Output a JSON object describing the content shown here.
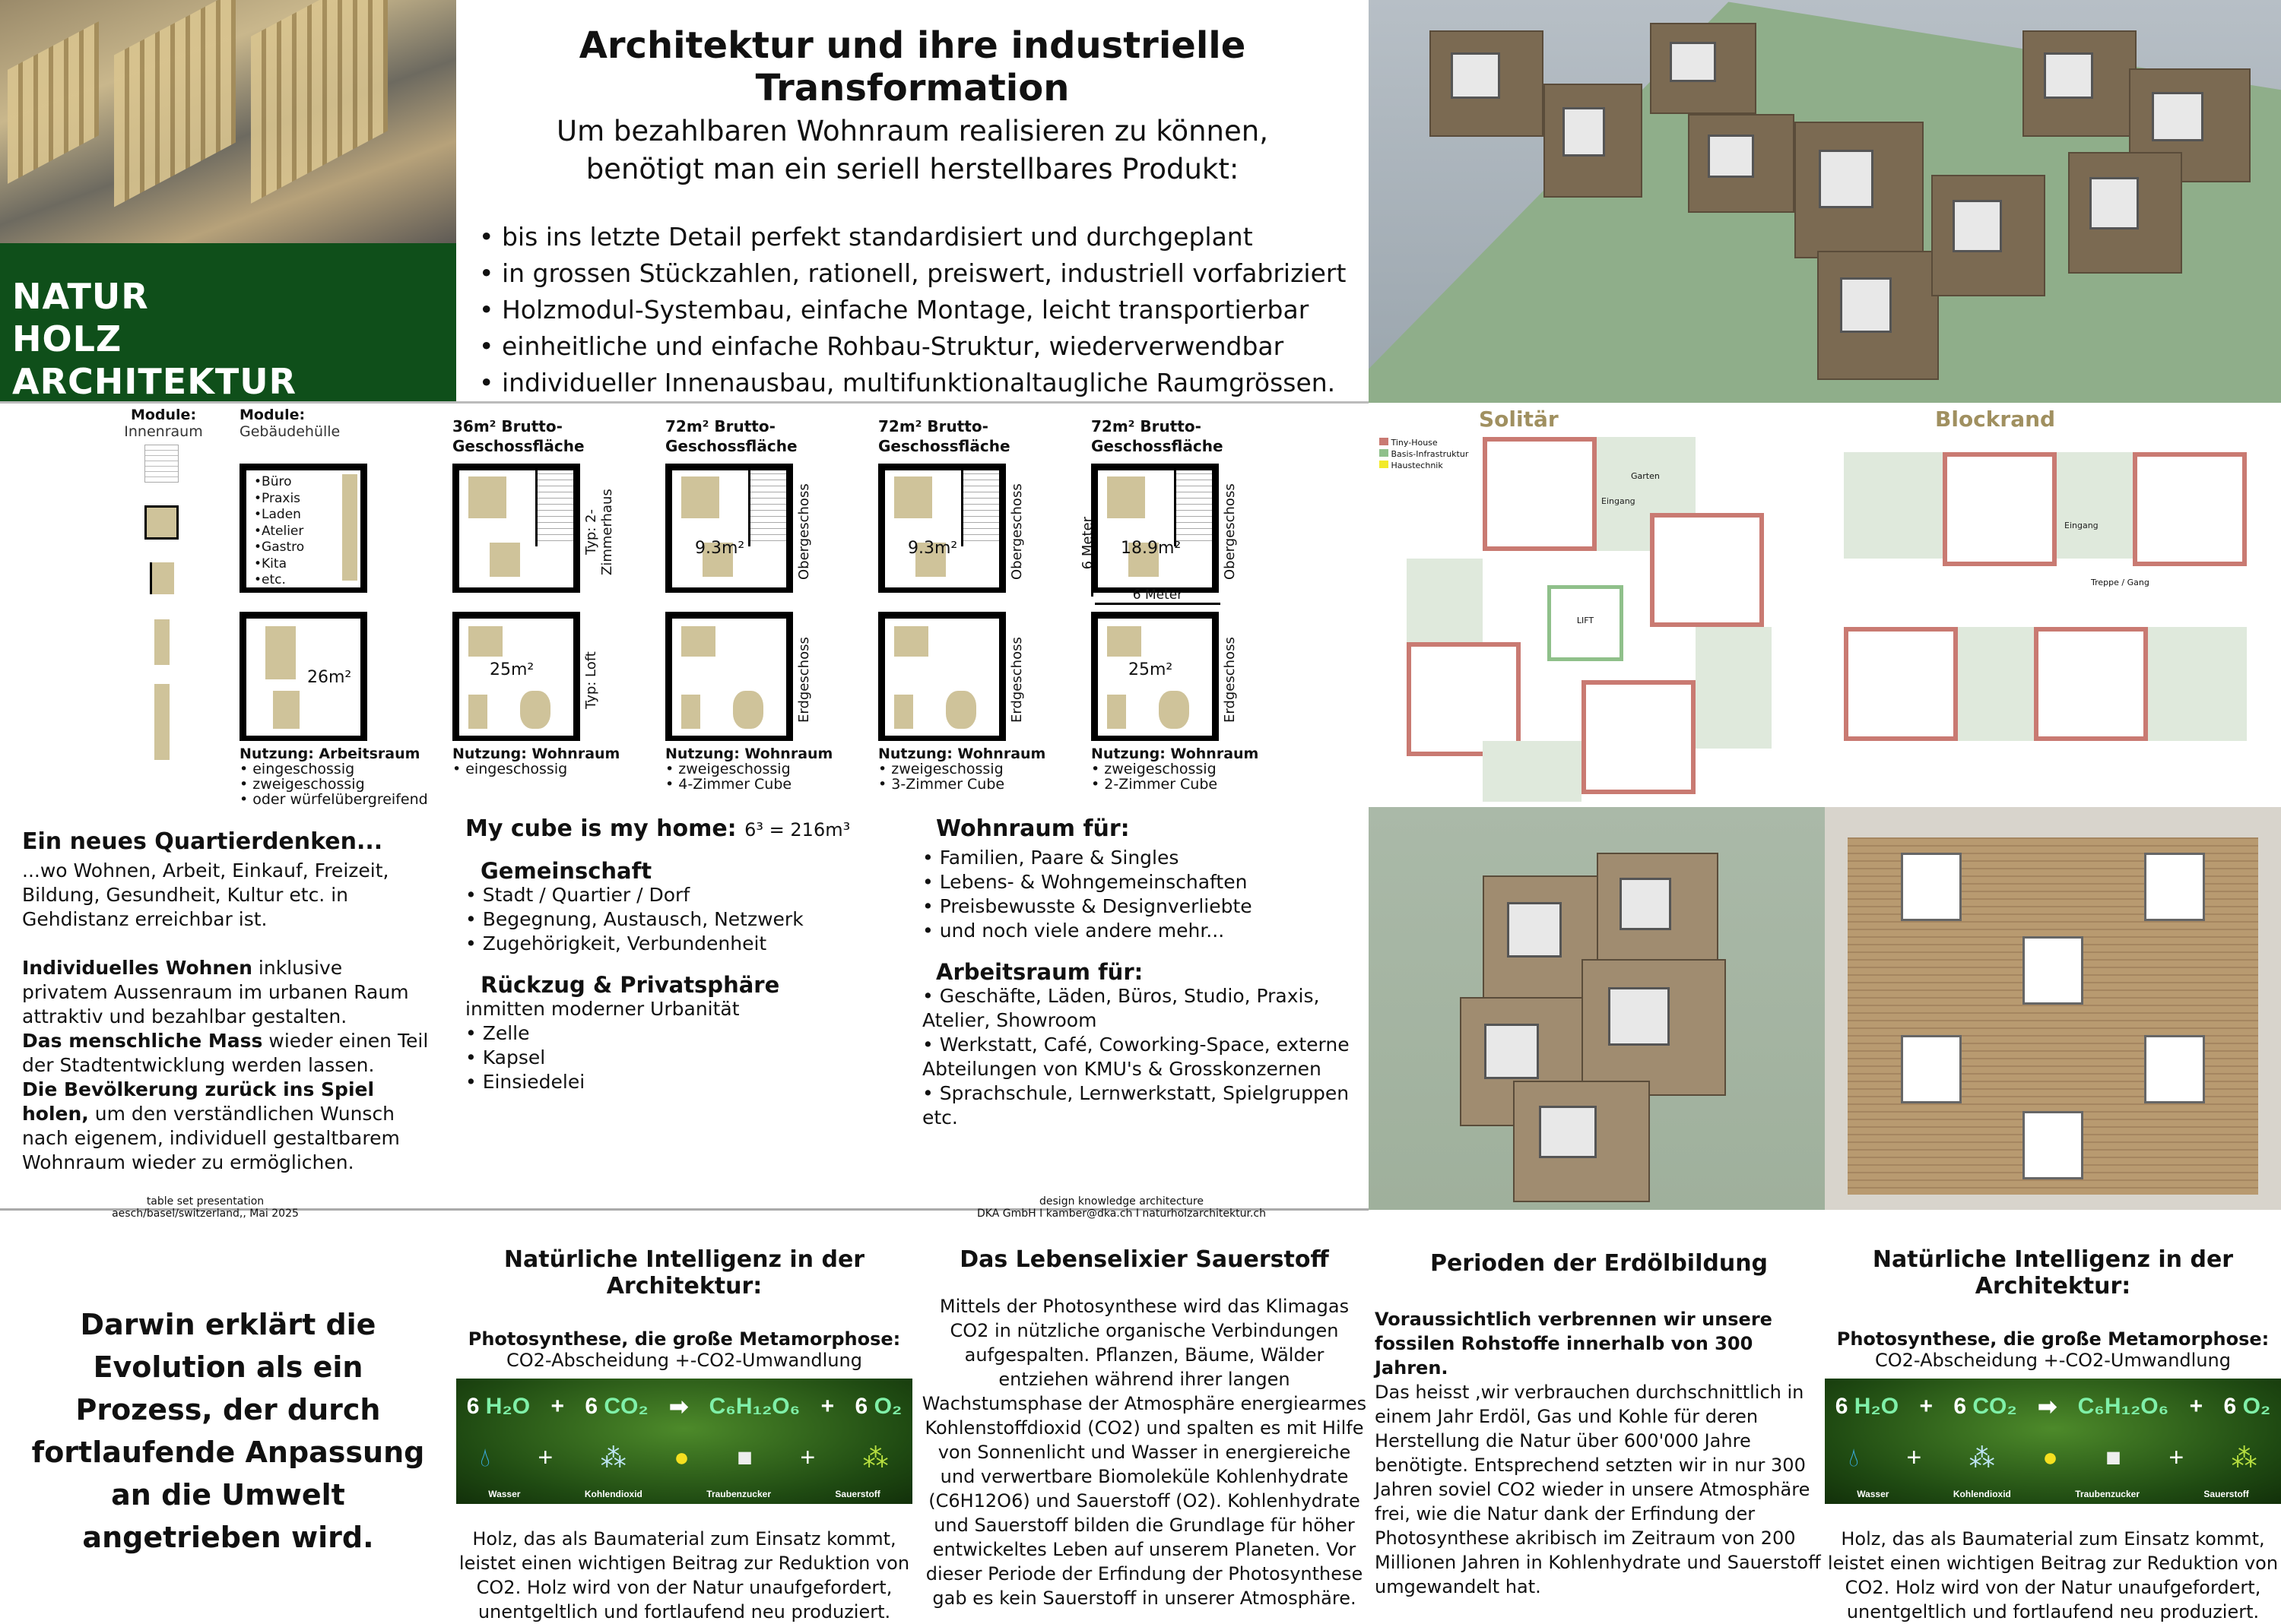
{
  "brand": {
    "lines": [
      "NATUR",
      "HOLZ",
      "ARCHITEKTUR"
    ]
  },
  "header": {
    "title": "Architektur und ihre industrielle Transformation",
    "subtitle_lines": [
      "Um bezahlbaren Wohnraum realisieren zu können,",
      "benötigt man ein seriell herstellbares Produkt:"
    ],
    "bullets": [
      "bis ins letzte Detail perfekt standardisiert und durchgeplant",
      "in grossen Stückzahlen, rationell, preiswert, industriell vorfabriziert",
      "Holzmodul-Systembau, einfache Montage, leicht transportierbar",
      "einheitliche und einfache Rohbau-Struktur, wiederverwendbar",
      "individueller Innenausbau, multifunktionaltaugliche Raumgrössen."
    ]
  },
  "modules": {
    "inner": {
      "title": "Module:",
      "sub": "Innenraum"
    },
    "shell": {
      "title": "Module:",
      "sub": "Gebäudehülle",
      "uses": [
        "•Büro",
        "•Praxis",
        "•Laden",
        "•Atelier",
        "•Gastro",
        "•Kita",
        "•etc."
      ],
      "area": "26m²",
      "usage": "Nutzung: Arbeitsraum",
      "notes": [
        "• eingeschossig",
        "• zweigeschossig",
        "• oder würfelübergreifend"
      ]
    },
    "plans": [
      {
        "h1": "36m² Brutto-",
        "h2": "Geschossfläche",
        "top_label": "Typ: 2-Zimmerhaus",
        "bottom_label": "Typ: Loft",
        "top_area": "",
        "bottom_area": "25m²",
        "usage": "Nutzung: Wohnraum",
        "notes": [
          "• eingeschossig"
        ]
      },
      {
        "h1": "72m² Brutto-",
        "h2": "Geschossfläche",
        "top_label": "Obergeschoss",
        "bottom_label": "Erdgeschoss",
        "top_area": "9.3m²",
        "bottom_area": "",
        "usage": "Nutzung: Wohnraum",
        "notes": [
          "• zweigeschossig",
          "• 4-Zimmer Cube"
        ]
      },
      {
        "h1": "72m² Brutto-",
        "h2": "Geschossfläche",
        "top_label": "Obergeschoss",
        "bottom_label": "Erdgeschoss",
        "top_area": "9.3m²",
        "bottom_area": "",
        "usage": "Nutzung: Wohnraum",
        "notes": [
          "• zweigeschossig",
          "• 3-Zimmer Cube"
        ]
      },
      {
        "h1": "72m² Brutto-",
        "h2": "Geschossfläche",
        "top_label": "Obergeschoss",
        "bottom_label": "Erdgeschoss",
        "top_area": "18.9m²",
        "bottom_area": "25m²",
        "usage": "Nutzung: Wohnraum",
        "notes": [
          "• zweigeschossig",
          "• 2-Zimmer Cube"
        ]
      }
    ],
    "dim_height": "6 Meter",
    "dim_width": "6 Meter"
  },
  "site": {
    "solitaer": "Solitär",
    "blockrand": "Blockrand",
    "legend": [
      "Tiny-House",
      "Basis-Infrastruktur",
      "Haustechnik"
    ],
    "legend_colors": [
      "#c97a72",
      "#8fc08a",
      "#f2ea2a"
    ],
    "labels": {
      "garten": "Garten",
      "eingang": "Eingang",
      "lift": "LIFT",
      "treppe": "Treppe / Gang"
    }
  },
  "col1": {
    "heading": "Ein neues Quartierdenken...",
    "p1": "...wo Wohnen, Arbeit, Einkauf, Freizeit, Bildung, Gesundheit, Kultur etc. in Gehdistanz erreichbar ist.",
    "p2_bold": "Individuelles Wohnen",
    "p2": " inklusive privatem Aussenraum im urbanen Raum attraktiv und bezahlbar gestalten.",
    "p3_bold": "Das menschliche Mass",
    "p3": " wieder einen Teil der Stadtentwicklung werden lassen.",
    "p4_bold": "Die Bevölkerung zurück ins Spiel holen,",
    "p4": " um den verständlichen Wunsch nach eigenem, individuell gestaltbarem Wohnraum wieder zu ermöglichen."
  },
  "col2": {
    "heading": "My cube is my home:",
    "formula": "6³ = 216m³",
    "s1": "Gemeinschaft",
    "s1_items": [
      "• Stadt / Quartier / Dorf",
      "• Begegnung, Austausch, Netzwerk",
      "• Zugehörigkeit, Verbundenheit"
    ],
    "s2": "Rückzug & Privatsphäre",
    "s2_intro": "inmitten moderner Urbanität",
    "s2_items": [
      "• Zelle",
      "• Kapsel",
      "• Einsiedelei"
    ]
  },
  "col3": {
    "s1": "Wohnraum für:",
    "s1_items": [
      "• Familien, Paare & Singles",
      "• Lebens- & Wohngemeinschaften",
      "• Preisbewusste & Designverliebte",
      "• und noch viele andere mehr..."
    ],
    "s2": "Arbeitsraum für:",
    "s2_items": [
      "• Geschäfte, Läden, Büros, Studio, Praxis, Atelier, Showroom",
      "• Werkstatt, Café, Coworking-Space, externe Abteilungen von KMU's & Grosskonzernen",
      "• Sprachschule, Lernwerkstatt, Spielgruppen etc."
    ]
  },
  "footer": {
    "left1": "table set presentation",
    "left2": "aesch/basel/switzerland,, Mai 2025",
    "right1": "design knowledge architecture",
    "right2": "DKA GmbH  I  kamber@dka.ch  I  naturholzarchitektur.ch"
  },
  "bottom": {
    "darwin": "Darwin erklärt die Evolution als ein Prozess, der durch fortlaufende Anpassung an die Umwelt angetrieben wird.",
    "ni": {
      "title": "Natürliche Intelligenz in der Architektur:",
      "sub_bold": "Photosynthese, die große Metamorphose:",
      "sub": "CO2-Abscheidung +-CO2-Umwandlung",
      "text": "Holz, das als Baumaterial zum Einsatz kommt, leistet einen wichtigen Beitrag zur Reduktion von CO2. Holz wird von der Natur unaufgefordert, unentgeltlich und fortlaufend neu produziert."
    },
    "equation": {
      "terms": [
        "6 ",
        "H₂O",
        " + ",
        "6 ",
        "CO₂",
        " ➡ ",
        "C₆H₁₂O₆",
        " + ",
        "6 ",
        "O₂"
      ],
      "names": [
        "Wasser",
        "Kohlendioxid",
        "Traubenzucker",
        "Sauerstoff"
      ]
    },
    "oxygen": {
      "title": "Das Lebenselixier Sauerstoff",
      "text": "Mittels der Photosynthese wird das Klimagas CO2 in nützliche organische Verbindungen aufgespalten. Pflanzen, Bäume, Wälder entziehen während ihrer langen Wachstumsphase der Atmosphäre energiearmes Kohlenstoffdioxid (CO2) und spalten es mit Hilfe von Sonnenlicht und Wasser in energiereiche und verwertbare Biomoleküle Kohlenhydrate (C6H12O6) und Sauerstoff (O2). Kohlenhydrate und Sauerstoff bilden die Grundlage für höher entwickeltes Leben auf unserem Planeten. Vor dieser Periode der Erfindung der Photosynthese gab es kein Sauerstoff in unserer Atmosphäre."
    },
    "oil": {
      "title": "Perioden der Erdölbildung",
      "bold": "Voraussichtlich verbrennen wir unsere fossilen Rohstoffe innerhalb von 300 Jahren.",
      "text": "Das heisst ,wir verbrauchen durchschnittlich in einem Jahr Erdöl, Gas und Kohle für deren Herstellung die Natur über 600'000 Jahre benötigte. Entsprechend setzten wir in nur 300 Jahren soviel CO2 wieder in unsere Atmosphäre frei, wie die Natur dank der Erfindung der Photosynthese akribisch im Zeitraum von 200 Millionen Jahren in Kohlenhydrate und Sauerstoff umgewandelt hat."
    }
  }
}
